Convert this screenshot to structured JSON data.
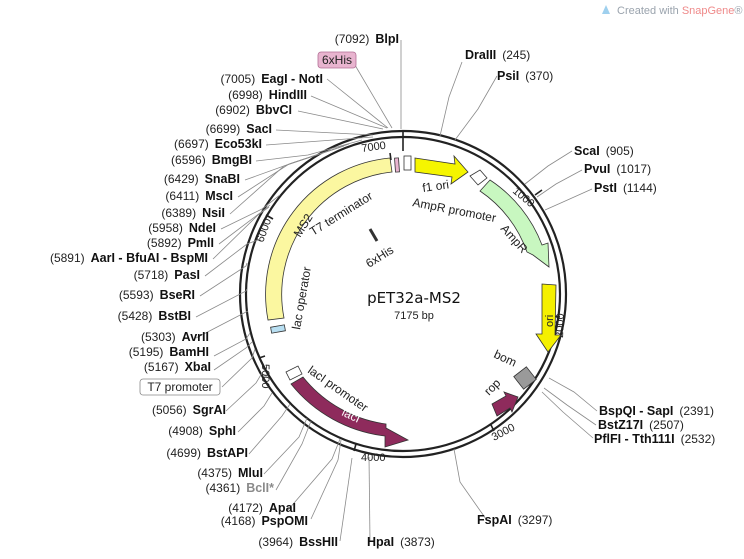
{
  "watermark": {
    "prefix": "Created with ",
    "brand": "SnapGene",
    "suffix": "®"
  },
  "plasmid": {
    "name": "pET32a-MS2",
    "size_label": "7175 bp"
  },
  "ticks": [
    "1000",
    "2000",
    "3000",
    "4000",
    "5000",
    "6000",
    "7000"
  ],
  "features": {
    "f1_ori": "f1 ori",
    "ampr_promoter": "AmpR promoter",
    "ampr": "AmpR",
    "ori": "ori",
    "bom": "bom",
    "rop": "rop",
    "laci": "lacI",
    "laci_promoter": "lacI promoter",
    "lac_operator": "lac operator",
    "ms2": "MS2",
    "t7_terminator": "T7 terminator",
    "his_inner": "6xHis"
  },
  "boxed_labels": {
    "his_top": "6xHis",
    "t7_promoter": "T7 promoter"
  },
  "sites": [
    {
      "pos": "(7092)",
      "name": "BlpI"
    },
    {
      "pos": "(7005)",
      "name": "EagI - NotI"
    },
    {
      "pos": "(6998)",
      "name": "HindIII"
    },
    {
      "pos": "(6902)",
      "name": "BbvCI"
    },
    {
      "pos": "(6699)",
      "name": "SacI"
    },
    {
      "pos": "(6697)",
      "name": "Eco53kI"
    },
    {
      "pos": "(6596)",
      "name": "BmgBI"
    },
    {
      "pos": "(6429)",
      "name": "SnaBI"
    },
    {
      "pos": "(6411)",
      "name": "MscI"
    },
    {
      "pos": "(6389)",
      "name": "NsiI"
    },
    {
      "pos": "(5958)",
      "name": "NdeI"
    },
    {
      "pos": "(5892)",
      "name": "PmlI"
    },
    {
      "pos": "(5891)",
      "name": "AarI - BfuAI - BspMI"
    },
    {
      "pos": "(5718)",
      "name": "PasI"
    },
    {
      "pos": "(5593)",
      "name": "BseRI"
    },
    {
      "pos": "(5428)",
      "name": "BstBI"
    },
    {
      "pos": "(5303)",
      "name": "AvrII"
    },
    {
      "pos": "(5195)",
      "name": "BamHI"
    },
    {
      "pos": "(5167)",
      "name": "XbaI"
    },
    {
      "pos": "(5056)",
      "name": "SgrAI"
    },
    {
      "pos": "(4908)",
      "name": "SphI"
    },
    {
      "pos": "(4699)",
      "name": "BstAPI"
    },
    {
      "pos": "(4375)",
      "name": "MluI"
    },
    {
      "pos": "(4361)",
      "name": "BclI*"
    },
    {
      "pos": "(4172)",
      "name": "ApaI"
    },
    {
      "pos": "(4168)",
      "name": "PspOMI"
    },
    {
      "pos": "(3964)",
      "name": "BssHII"
    },
    {
      "pos": "(3873)",
      "name": "HpaI"
    },
    {
      "pos": "(245)",
      "name": "DraIII"
    },
    {
      "pos": "(370)",
      "name": "PsiI"
    },
    {
      "pos": "(905)",
      "name": "ScaI"
    },
    {
      "pos": "(1017)",
      "name": "PvuI"
    },
    {
      "pos": "(1144)",
      "name": "PstI"
    },
    {
      "pos": "(2391)",
      "name": "BspQI - SapI"
    },
    {
      "pos": "(2507)",
      "name": "BstZ17I"
    },
    {
      "pos": "(2532)",
      "name": "PflFI - Tth111I"
    },
    {
      "pos": "(3297)",
      "name": "FspAI"
    }
  ],
  "colors": {
    "backbone": "#222222",
    "f1_ori": "#f5f500",
    "ampr": "#c8f7c0",
    "ori": "#f5f000",
    "laci": "#8e2b5c",
    "rop": "#8e2b5c",
    "ms2": "#fbf7a0",
    "bom": "#9a9a9a",
    "his_box": "#e8b4cf",
    "brand": "#ef8a8a"
  }
}
